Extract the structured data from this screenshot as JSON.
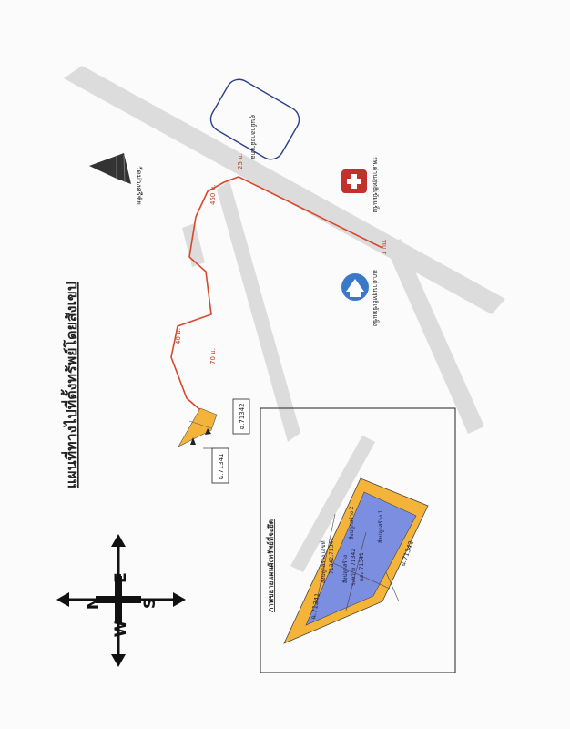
{
  "title": "แผนที่ทางไปที่ตั้งทรัพย์โดยสังเขป",
  "inset_title": "ภาพขยายแผนผังทรัพย์ที่จะยึด",
  "landmarks": {
    "temple": "วัดม่วงศรีชัย",
    "hospital": "รพ.ด่านสุทธิเข้มแข็ง",
    "police": "สภ.ด่านสุทธิเข้มแข็ง",
    "district_office": "ศูนย์กลางอำเภอ"
  },
  "distances": {
    "d25": "25 ม.",
    "d450": "450 ม.",
    "d1km": "1 กม.",
    "d40": "40 ม.",
    "d70": "70 ม."
  },
  "deeds": {
    "d71341": "ฉ.71341",
    "d71342": "ฉ.71342"
  },
  "inset_plots": {
    "left_top": "สิ่งปลูกสร้าง เลขที่",
    "left_bottom": "71342,71341",
    "mid_top": "สิ่งปลูกสร้าง",
    "mid_bottom": "ระหว่าง 71342",
    "mid_3": "และ 71341",
    "right_top": "สิ่งปลูกสร้าง 2",
    "right_bottom": "สิ่งปลูกสร้าง 1"
  },
  "compass": {
    "north": "N",
    "south": "S",
    "east": "E",
    "west": "W"
  },
  "colors": {
    "road": "#dcdcdc",
    "route": "#d9482b",
    "parcel": "#f4b43a",
    "building": "#7b8ee0",
    "police_icon": "#3a78c9",
    "hospital_icon": "#c0322b"
  }
}
